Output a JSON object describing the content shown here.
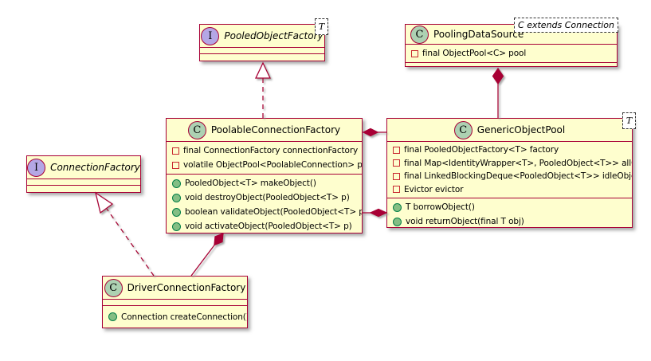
{
  "colors": {
    "box_fill": "#FEFECE",
    "border_and_lines": "#A80036",
    "class_icon_fill": "#ADD1B2",
    "interface_icon_fill": "#B4A7E5",
    "public_method_dot": "#84BE84",
    "private_field_square": "#C82930"
  },
  "classes": {
    "pooled_object_factory": {
      "kind": "interface",
      "letter": "I",
      "name": "PooledObjectFactory",
      "generic": "T",
      "fields": [],
      "methods": []
    },
    "pooling_data_source": {
      "kind": "class",
      "letter": "C",
      "name": "PoolingDataSource",
      "generic_note": "C extends Connection",
      "fields": [
        "final ObjectPool<C> pool"
      ],
      "methods": []
    },
    "poolable_connection_factory": {
      "kind": "class",
      "letter": "C",
      "name": "PoolableConnectionFactory",
      "fields": [
        "final ConnectionFactory connectionFactory",
        "volatile ObjectPool<PoolableConnection> pool"
      ],
      "methods": [
        "PooledObject<T> makeObject()",
        "void destroyObject(PooledObject<T> p)",
        "boolean validateObject(PooledObject<T> p)",
        "void activateObject(PooledObject<T> p)"
      ]
    },
    "generic_object_pool": {
      "kind": "class",
      "letter": "C",
      "name": "GenericObjectPool",
      "generic": "T",
      "fields": [
        "final PooledObjectFactory<T> factory",
        "final Map<IdentityWrapper<T>, PooledObject<T>> allObjects",
        "final LinkedBlockingDeque<PooledObject<T>> idleObjects",
        "Evictor evictor"
      ],
      "methods": [
        "T borrowObject()",
        "void returnObject(final T obj)"
      ]
    },
    "connection_factory": {
      "kind": "interface",
      "letter": "I",
      "name": "ConnectionFactory",
      "fields": [],
      "methods": []
    },
    "driver_connection_factory": {
      "kind": "class",
      "letter": "C",
      "name": "DriverConnectionFactory",
      "fields": [],
      "methods": [
        "Connection createConnection()"
      ]
    }
  },
  "relationships": [
    {
      "from": "PoolableConnectionFactory",
      "to": "PooledObjectFactory",
      "type": "realization",
      "style": "dashed, hollow triangle at PooledObjectFactory"
    },
    {
      "from": "DriverConnectionFactory",
      "to": "ConnectionFactory",
      "type": "realization",
      "style": "dashed, hollow triangle at ConnectionFactory"
    },
    {
      "from": "PoolingDataSource",
      "to": "GenericObjectPool",
      "type": "composition",
      "style": "solid, filled diamond at PoolingDataSource"
    },
    {
      "from": "PoolableConnectionFactory",
      "to": "GenericObjectPool",
      "type": "composition",
      "style": "solid, filled diamond at PoolableConnectionFactory"
    },
    {
      "from": "GenericObjectPool",
      "to": "PoolableConnectionFactory",
      "type": "composition",
      "style": "solid, filled diamond at GenericObjectPool"
    },
    {
      "from": "PoolableConnectionFactory",
      "to": "DriverConnectionFactory",
      "type": "composition",
      "style": "solid, filled diamond at PoolableConnectionFactory"
    }
  ]
}
